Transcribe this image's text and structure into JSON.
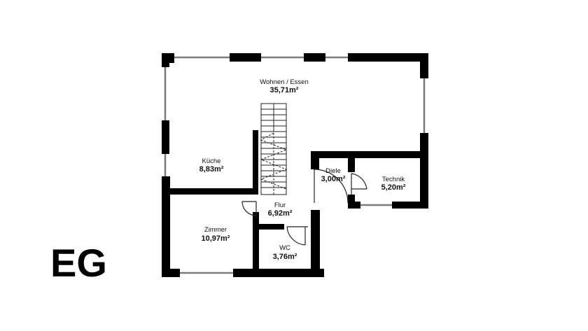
{
  "floor_label": "EG",
  "rooms": [
    {
      "name": "Wohnen / Essen",
      "area": "35,71m²"
    },
    {
      "name": "Küche",
      "area": "8,83m²"
    },
    {
      "name": "Diele",
      "area": "3,00m²"
    },
    {
      "name": "Technik",
      "area": "5,20m²"
    },
    {
      "name": "Flur",
      "area": "6,92m²"
    },
    {
      "name": "Zimmer",
      "area": "10,97m²"
    },
    {
      "name": "WC",
      "area": "3,76m²"
    }
  ],
  "colors": {
    "wall": "#000000",
    "window": "#7a7a7a",
    "background": "#ffffff"
  }
}
